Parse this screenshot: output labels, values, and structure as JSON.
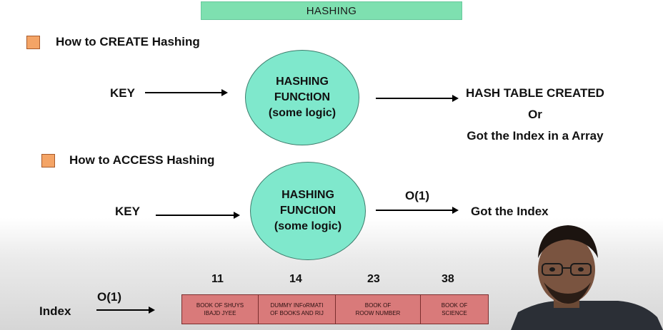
{
  "title": "HASHING",
  "create": {
    "heading": "How to CREATE Hashing",
    "key": "KEY",
    "function": [
      "HASHING",
      "FUNCtION",
      "(some logic)"
    ],
    "result": [
      "HASH TABLE CREATED",
      "Or",
      "Got the Index in a Array"
    ]
  },
  "access": {
    "heading": "How to ACCESS Hashing",
    "key": "KEY",
    "function": [
      "HASHING",
      "FUNCtION",
      "(some logic)"
    ],
    "complexity": "O(1)",
    "result": "Got the Index"
  },
  "table": {
    "label": "Index",
    "complexity": "O(1)",
    "indices": [
      "11",
      "14",
      "23",
      "38"
    ],
    "cells": [
      [
        "BOOK OF SHUYS",
        "IBAJD JYEE"
      ],
      [
        "DUMMY INFoRMATI",
        "OF BOOKS AND RIJ"
      ],
      [
        "BOOK OF",
        "ROOW NUMBER"
      ],
      [
        "BOOK OF",
        "SCIENCE"
      ]
    ]
  },
  "colors": {
    "banner": "#7ee0b0",
    "circle": "#7fe8cc",
    "bullet": "#f4a466",
    "cell": "#d97a7a"
  }
}
